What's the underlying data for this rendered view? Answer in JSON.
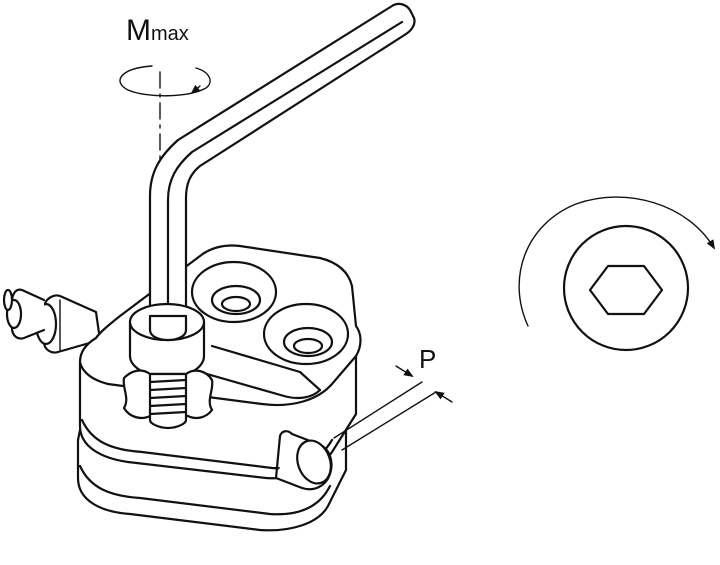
{
  "labels": {
    "torque_main": "M",
    "torque_sub": "max",
    "pitch": "P"
  },
  "colors": {
    "line": "#111111",
    "background": "#ffffff"
  },
  "icons": {
    "rotation_arrow": "curved-arrow-icon",
    "hex_socket": "hex-socket-icon"
  }
}
